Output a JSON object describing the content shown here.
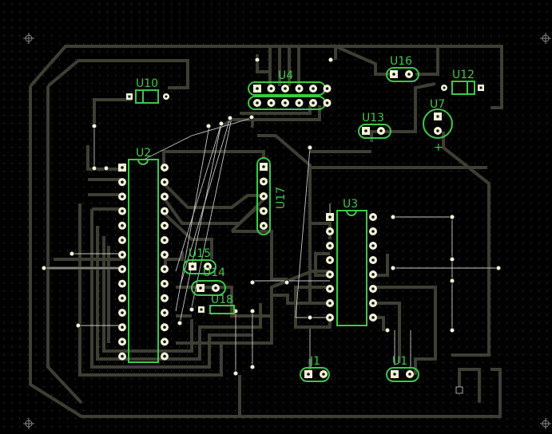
{
  "colors": {
    "background": "#000000",
    "grid_dot": "#3a3a3a",
    "trace": "#3c3f32",
    "ratsnest": "#c8c8c8",
    "silkscreen": "#3ec84a",
    "pad_fill": "#f3f3d8",
    "pad_hole": "#111111",
    "marker": "#888888"
  },
  "components": {
    "u1": "U1",
    "u2": "U2",
    "u3": "U3",
    "u4": "U4",
    "u7": "U7",
    "u10": "U10",
    "u12": "U12",
    "u13": "U13",
    "u14": "U14",
    "u15": "U15",
    "u16": "U16",
    "u17": "U17",
    "u18": "U18",
    "j1": "J1",
    "u7_polarity": "+"
  },
  "icons": {
    "origin_marker": "crosshair-origin-icon"
  }
}
